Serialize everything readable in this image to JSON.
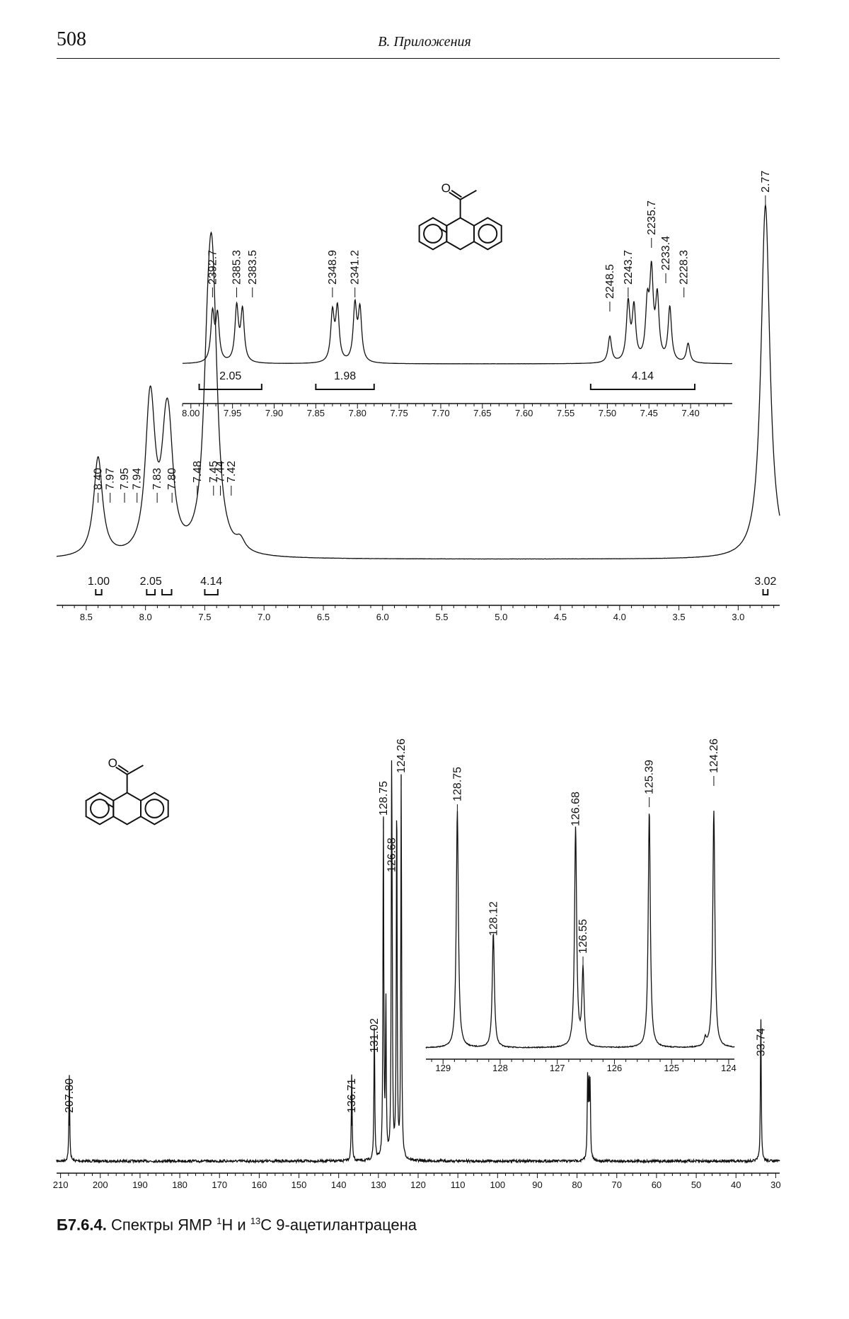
{
  "page": {
    "number": "508",
    "running_head": "В. Приложения"
  },
  "caption": {
    "number": "Б7.6.4.",
    "text": "Спектры ЯМР",
    "nuc1": "1",
    "mid": "H и",
    "nuc2": "13",
    "end": "C  9-ацетилантрацена"
  },
  "chart_data": [
    {
      "id": "h1_main",
      "type": "line",
      "xlim": [
        8.75,
        2.65
      ],
      "ylim": [
        0,
        1
      ],
      "ticks": [
        "8.5",
        "8.0",
        "7.5",
        "7.0",
        "6.5",
        "6.0",
        "5.5",
        "5.0",
        "4.5",
        "4.0",
        "3.5",
        "3.0"
      ],
      "peaks": [
        {
          "x": 8.4,
          "h": 0.28
        },
        {
          "x": 7.97,
          "h": 0.23
        },
        {
          "x": 7.95,
          "h": 0.23
        },
        {
          "x": 7.83,
          "h": 0.22
        },
        {
          "x": 7.8,
          "h": 0.22
        },
        {
          "x": 7.48,
          "h": 0.28
        },
        {
          "x": 7.45,
          "h": 0.3
        },
        {
          "x": 7.44,
          "h": 0.26
        },
        {
          "x": 7.42,
          "h": 0.24
        },
        {
          "x": 7.2,
          "h": 0.03
        },
        {
          "x": 2.77,
          "h": 1.0
        }
      ],
      "peak_labels": [
        "8.40",
        "7.97",
        "7.95",
        "7.94",
        "7.83",
        "7.80",
        "7.48",
        "7.45",
        "7.44",
        "7.42",
        "2.77"
      ],
      "integrals": [
        {
          "label": "1.00",
          "from": 8.42,
          "to": 8.37
        },
        {
          "label": "2.05",
          "from": 7.99,
          "to": 7.92
        },
        {
          "label": "",
          "from": 7.86,
          "to": 7.78
        },
        {
          "label": "4.14",
          "from": 7.5,
          "to": 7.39
        },
        {
          "label": "3.02",
          "from": 2.79,
          "to": 2.75
        }
      ]
    },
    {
      "id": "h1_inset",
      "type": "line",
      "xlim": [
        8.01,
        7.35
      ],
      "ylim": [
        0,
        1
      ],
      "ticks": [
        "8.00",
        "7.95",
        "7.90",
        "7.85",
        "7.80",
        "7.75",
        "7.70",
        "7.65",
        "7.60",
        "7.55",
        "7.50",
        "7.45",
        "7.40"
      ],
      "peaks": [
        {
          "x": 7.974,
          "h": 0.55
        },
        {
          "x": 7.968,
          "h": 0.52
        },
        {
          "x": 7.945,
          "h": 0.62
        },
        {
          "x": 7.938,
          "h": 0.58
        },
        {
          "x": 7.83,
          "h": 0.55
        },
        {
          "x": 7.824,
          "h": 0.6
        },
        {
          "x": 7.803,
          "h": 0.63
        },
        {
          "x": 7.797,
          "h": 0.58
        },
        {
          "x": 7.497,
          "h": 0.3
        },
        {
          "x": 7.475,
          "h": 0.66
        },
        {
          "x": 7.468,
          "h": 0.6
        },
        {
          "x": 7.452,
          "h": 0.6
        },
        {
          "x": 7.447,
          "h": 0.95
        },
        {
          "x": 7.44,
          "h": 0.7
        },
        {
          "x": 7.425,
          "h": 0.62
        },
        {
          "x": 7.403,
          "h": 0.22
        }
      ],
      "peak_labels": [
        "2392.7",
        "2385.3",
        "2383.5",
        "2348.9",
        "2341.2",
        "2248.5",
        "2243.7",
        "2235.7",
        "2233.4",
        "2228.3"
      ],
      "integrals": [
        {
          "label": "2.05",
          "from": 7.99,
          "to": 7.915
        },
        {
          "label": "1.98",
          "from": 7.85,
          "to": 7.78
        },
        {
          "label": "4.14",
          "from": 7.52,
          "to": 7.395
        }
      ]
    },
    {
      "id": "c13_main",
      "type": "line",
      "xlim": [
        211,
        29
      ],
      "ylim": [
        0,
        1
      ],
      "ticks": [
        "210",
        "200",
        "190",
        "180",
        "170",
        "160",
        "150",
        "140",
        "130",
        "120",
        "110",
        "100",
        "90",
        "80",
        "70",
        "60",
        "50",
        "40",
        "30"
      ],
      "peaks": [
        {
          "x": 207.8,
          "h": 0.19
        },
        {
          "x": 136.71,
          "h": 0.2
        },
        {
          "x": 131.02,
          "h": 0.3
        },
        {
          "x": 128.75,
          "h": 0.77
        },
        {
          "x": 128.12,
          "h": 0.34
        },
        {
          "x": 126.68,
          "h": 0.73
        },
        {
          "x": 126.55,
          "h": 0.3
        },
        {
          "x": 125.39,
          "h": 0.82
        },
        {
          "x": 124.26,
          "h": 0.85
        },
        {
          "x": 77.35,
          "h": 0.17
        },
        {
          "x": 77.03,
          "h": 0.16
        },
        {
          "x": 76.71,
          "h": 0.16
        },
        {
          "x": 33.74,
          "h": 0.32
        }
      ],
      "peak_labels": [
        "207.80",
        "136.71",
        "131.02",
        "128.75",
        "126.68",
        "124.26",
        "33.74"
      ]
    },
    {
      "id": "c13_inset",
      "type": "line",
      "xlim": [
        129.3,
        123.9
      ],
      "ylim": [
        0,
        1
      ],
      "ticks": [
        "129",
        "128",
        "127",
        "126",
        "125",
        "124"
      ],
      "peaks": [
        {
          "x": 128.75,
          "h": 0.93
        },
        {
          "x": 128.12,
          "h": 0.45
        },
        {
          "x": 126.68,
          "h": 0.86
        },
        {
          "x": 126.55,
          "h": 0.3
        },
        {
          "x": 125.39,
          "h": 0.93
        },
        {
          "x": 124.26,
          "h": 0.93
        },
        {
          "x": 124.41,
          "h": 0.03
        }
      ],
      "peak_labels": [
        "128.75",
        "128.12",
        "126.68",
        "126.55",
        "125.39",
        "124.26"
      ]
    }
  ]
}
